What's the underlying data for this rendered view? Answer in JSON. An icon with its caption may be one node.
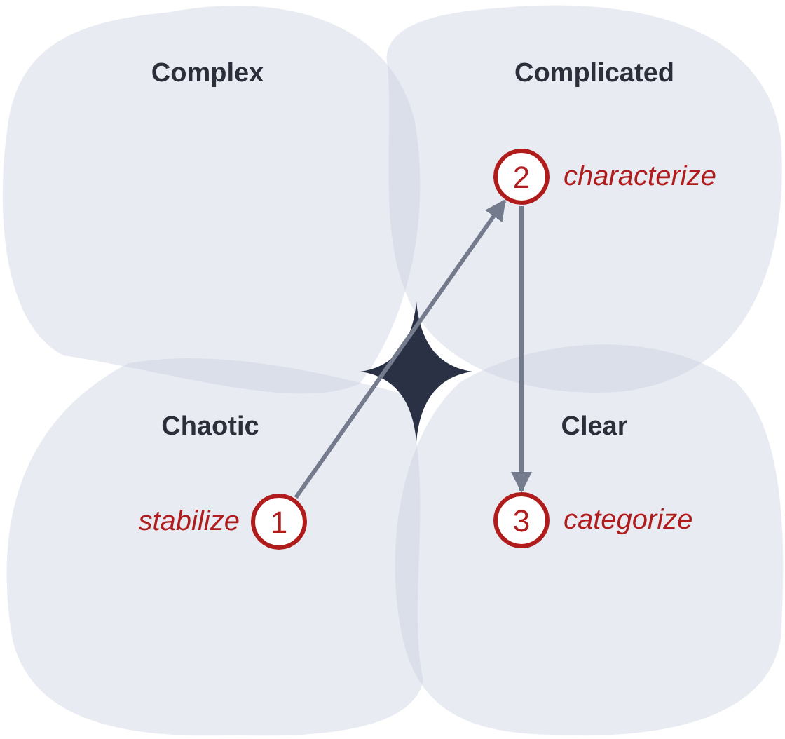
{
  "diagram": {
    "nodes": [
      {
        "text": [
          "1"
        ],
        "beside": [
          "stabilize"
        ]
      },
      {
        "text": [
          "2"
        ],
        "beside": [
          "characterize"
        ]
      },
      {
        "text": [
          "3"
        ],
        "beside": [
          "categorize"
        ]
      }
    ],
    "edges": [
      {
        "from": 0,
        "to": 1,
        "arrow": "to"
      },
      {
        "from": 1,
        "to": 2,
        "arrow": "to"
      }
    ],
    "labels": [
      "Complex",
      "Complicated",
      "Chaotic",
      "Clear"
    ]
  }
}
